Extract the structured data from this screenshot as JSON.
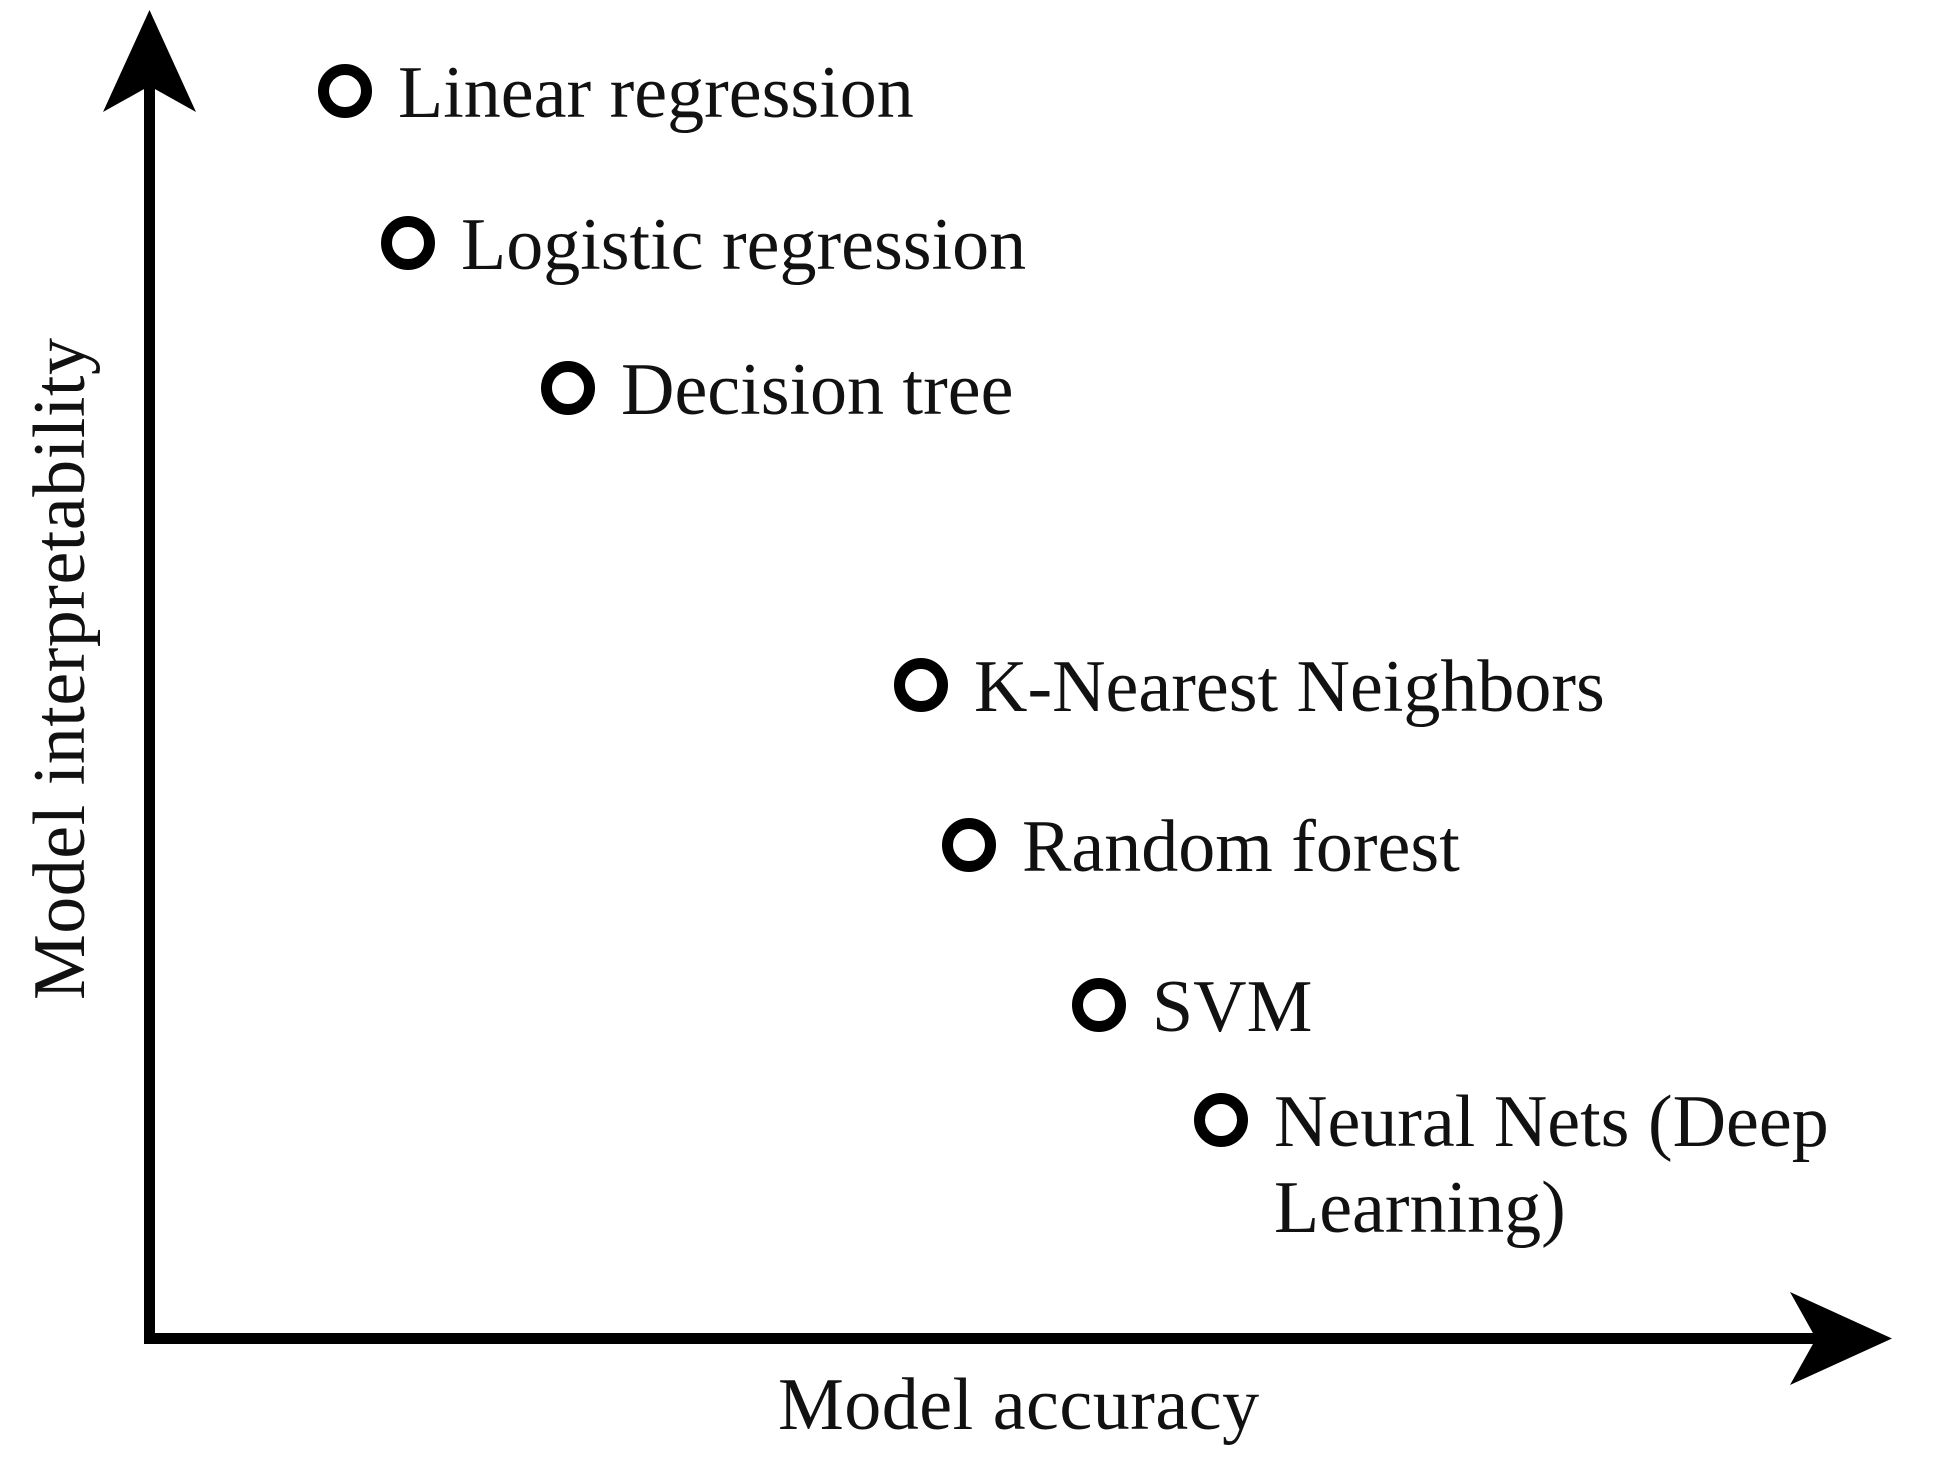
{
  "figure": {
    "kind": "scatter-diagram",
    "background_color": "#ffffff",
    "ink_color": "#000000"
  },
  "axes": {
    "x_label": "Model accuracy",
    "y_label": "Model interpretability",
    "x_arrow_icon": "arrow-right-icon",
    "y_arrow_icon": "arrow-up-icon"
  },
  "chart_data": {
    "type": "scatter",
    "title": "",
    "xlabel": "Model accuracy",
    "ylabel": "Model interpretability",
    "xlim": [
      0,
      100
    ],
    "ylim": [
      0,
      100
    ],
    "grid": false,
    "legend": "none",
    "axis_style": "arrow-axes-no-ticks",
    "marker_style": "hollow-circle",
    "annotations": "Each point is labelled with the model name placed to the right of its marker.",
    "points": [
      {
        "label": "Linear regression",
        "x": 11,
        "y": 95
      },
      {
        "label": "Logistic regression",
        "x": 15,
        "y": 83
      },
      {
        "label": "Decision tree",
        "x": 24,
        "y": 72
      },
      {
        "label": "K-Nearest Neighbors",
        "x": 44,
        "y": 49
      },
      {
        "label": "Random forest",
        "x": 46,
        "y": 37
      },
      {
        "label": "SVM",
        "x": 53,
        "y": 25
      },
      {
        "label": "Neural Nets (Deep Learning)",
        "x": 60,
        "y": 16
      }
    ]
  }
}
